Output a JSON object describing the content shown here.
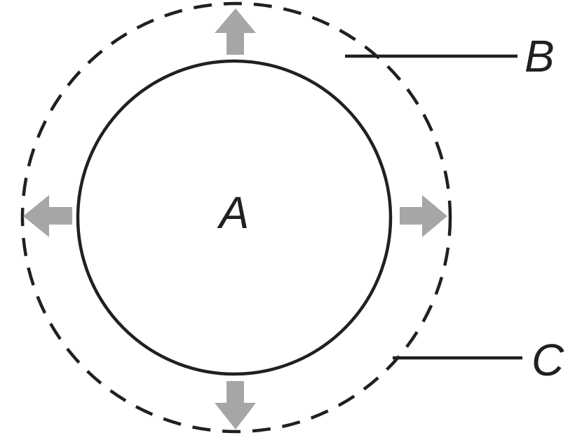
{
  "labels": {
    "center": "A",
    "outer_pointer": "B",
    "inner_pointer": "C"
  },
  "colors": {
    "stroke": "#231f20",
    "arrow": "#a6a6a6",
    "background": "#ffffff"
  },
  "icons": {
    "arrow_up": "arrow-up-icon",
    "arrow_down": "arrow-down-icon",
    "arrow_left": "arrow-left-icon",
    "arrow_right": "arrow-right-icon"
  }
}
